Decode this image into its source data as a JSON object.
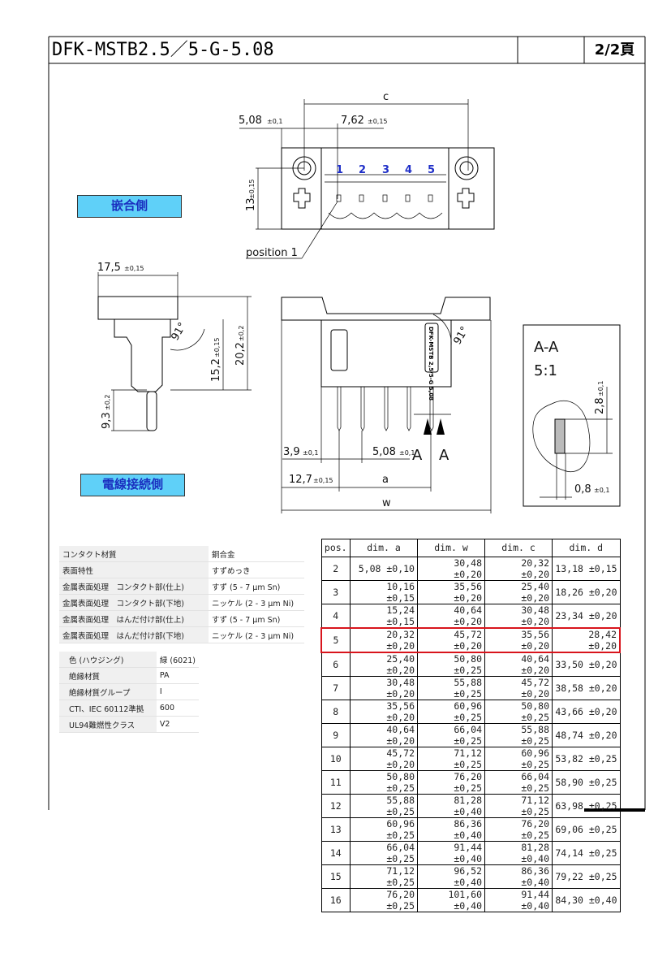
{
  "header": {
    "title": "DFK-MSTB2.5／5-G-5.08",
    "page": "2/2頁"
  },
  "labels": {
    "mating_side": "嵌合側",
    "wire_side": "電線接続側"
  },
  "drawing": {
    "top_view": {
      "c": "c",
      "d1": "5,08",
      "d1_tol": "±0,1",
      "d2": "7,62",
      "d2_tol": "±0,15",
      "h": "13",
      "h_tol": "±0,15",
      "position": "position 1",
      "pins": [
        "1",
        "2",
        "3",
        "4",
        "5"
      ]
    },
    "side_view": {
      "w1": "17,5",
      "w1_tol": "±0,15",
      "h1": "15,2",
      "h1_tol": "±0,15",
      "h2": "20,2",
      "h2_tol": "±0,2",
      "h3": "9,3",
      "h3_tol": "±0,2",
      "angle": "91°"
    },
    "front_view": {
      "d1": "3,9",
      "d1_tol": "±0,1",
      "d2": "5,08",
      "d2_tol": "±0,1",
      "d3": "12,7",
      "d3_tol": "±0,15",
      "a": "a",
      "w": "w",
      "angle": "91°",
      "section_mark": "A",
      "marking": "DFK-MSTB 2,5/5-G 5,08"
    },
    "section": {
      "title": "A-A",
      "scale": "5:1",
      "h": "2,8",
      "h_tol": "±0,1",
      "t": "0,8",
      "t_tol": "±0,1"
    }
  },
  "materials": [
    {
      "k": "コンタクト材質",
      "v": "銅合金"
    },
    {
      "k": "表面特性",
      "v": "すずめっき"
    },
    {
      "k": "金属表面処理　コンタクト部(仕上)",
      "v": "すず (5 - 7 µm Sn)"
    },
    {
      "k": "金属表面処理　コンタクト部(下地)",
      "v": "ニッケル (2 - 3 µm Ni)"
    },
    {
      "k": "金属表面処理　はんだ付け部(仕上)",
      "v": "すず (5 - 7 µm Sn)"
    },
    {
      "k": "金属表面処理　はんだ付け部(下地)",
      "v": "ニッケル (2 - 3 µm Ni)"
    }
  ],
  "insulation": [
    {
      "k": "色 (ハウジング)",
      "v": "緑 (6021)"
    },
    {
      "k": "絶縁材質",
      "v": "PA"
    },
    {
      "k": "絶縁材質グループ",
      "v": "I"
    },
    {
      "k": "CTI、IEC 60112準拠",
      "v": "600"
    },
    {
      "k": "UL94難燃性クラス",
      "v": "V2"
    }
  ],
  "dim_table": {
    "headers": [
      "pos.",
      "dim. a",
      "dim. w",
      "dim. c",
      "dim. d"
    ],
    "highlight_pos": "5",
    "rows": [
      [
        "2",
        "5,08 ±0,10",
        "30,48 ±0,20",
        "20,32 ±0,20",
        "13,18 ±0,15"
      ],
      [
        "3",
        "10,16 ±0,15",
        "35,56 ±0,20",
        "25,40 ±0,20",
        "18,26 ±0,20"
      ],
      [
        "4",
        "15,24 ±0,15",
        "40,64 ±0,20",
        "30,48 ±0,20",
        "23,34 ±0,20"
      ],
      [
        "5",
        "20,32 ±0,20",
        "45,72 ±0,20",
        "35,56 ±0,20",
        "28,42 ±0,20"
      ],
      [
        "6",
        "25,40 ±0,20",
        "50,80 ±0,25",
        "40,64 ±0,20",
        "33,50 ±0,20"
      ],
      [
        "7",
        "30,48 ±0,20",
        "55,88 ±0,25",
        "45,72 ±0,20",
        "38,58 ±0,20"
      ],
      [
        "8",
        "35,56 ±0,20",
        "60,96 ±0,25",
        "50,80 ±0,25",
        "43,66 ±0,20"
      ],
      [
        "9",
        "40,64 ±0,20",
        "66,04 ±0,25",
        "55,88 ±0,25",
        "48,74 ±0,20"
      ],
      [
        "10",
        "45,72 ±0,20",
        "71,12 ±0,25",
        "60,96 ±0,25",
        "53,82 ±0,25"
      ],
      [
        "11",
        "50,80 ±0,25",
        "76,20 ±0,25",
        "66,04 ±0,25",
        "58,90 ±0,25"
      ],
      [
        "12",
        "55,88 ±0,25",
        "81,28 ±0,40",
        "71,12 ±0,25",
        "63,98 ±0,25"
      ],
      [
        "13",
        "60,96 ±0,25",
        "86,36 ±0,40",
        "76,20 ±0,25",
        "69,06 ±0,25"
      ],
      [
        "14",
        "66,04 ±0,25",
        "91,44 ±0,40",
        "81,28 ±0,40",
        "74,14 ±0,25"
      ],
      [
        "15",
        "71,12 ±0,25",
        "96,52 ±0,40",
        "86,36 ±0,40",
        "79,22 ±0,25"
      ],
      [
        "16",
        "76,20 ±0,25",
        "101,60 ±0,40",
        "91,44 ±0,40",
        "84,30 ±0,40"
      ]
    ]
  },
  "colors": {
    "highlight": "#d8141c",
    "tag_bg": "#5fd0f8",
    "tag_text": "#1a2fc0",
    "pin_numbers": "#1f2fc8"
  }
}
